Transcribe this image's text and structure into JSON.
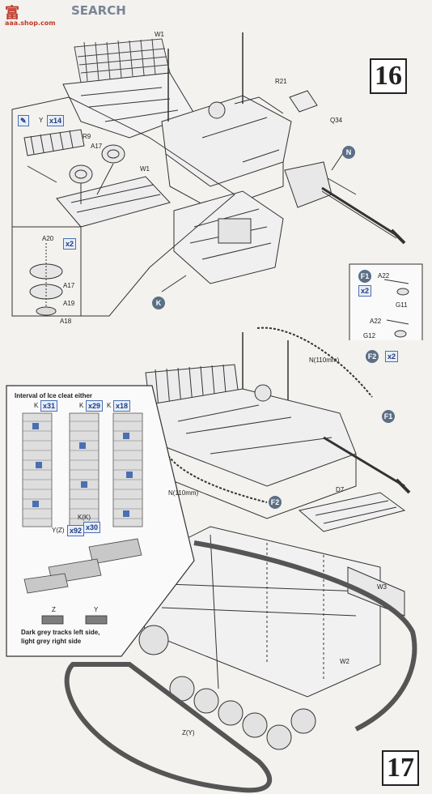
{
  "watermark": {
    "brand": "SEARCH",
    "site": "aaa.shop.com"
  },
  "steps": {
    "s16": "16",
    "s17": "17"
  },
  "step16": {
    "parts": {
      "W1_top": "W1",
      "R21": "R21",
      "Q34": "Q34",
      "N": "N",
      "K": "K",
      "R9": "R9",
      "A17": "A17",
      "W1_inset": "W1",
      "Y": "Y"
    },
    "wheel_inset": {
      "A20": "A20",
      "qty": "x2",
      "A17": "A17",
      "A19": "A19",
      "A18": "A18"
    },
    "side_inset": {
      "F1": "F1",
      "F1_qty": "x2",
      "A22_a": "A22",
      "G11": "G11",
      "A22_b": "A22",
      "G12": "G12",
      "F2": "F2",
      "F2_qty": "x2"
    }
  },
  "step17": {
    "parts": {
      "N_right": "N(110mm)",
      "N_left": "N(110mm)",
      "F1": "F1",
      "F2": "F2",
      "D7": "D7",
      "W3": "W3",
      "W2": "W2",
      "ZY": "Z(Y)"
    },
    "ice_cleat": {
      "title": "Interval of Ice cleat either",
      "col_labels": [
        "K",
        "K",
        "K"
      ],
      "col_qty": [
        "x31",
        "x29",
        "x18"
      ]
    },
    "track_asm": {
      "kk": "K(K)",
      "kk_qty": "x30",
      "yz": "Y(Z)",
      "yz_qty": "x92",
      "z": "Z",
      "y": "Y",
      "note_line1": "Dark grey tracks left side,",
      "note_line2": "light grey right side"
    }
  },
  "colors": {
    "accent": "#5b6f86",
    "tag": "#4a6fb3"
  }
}
